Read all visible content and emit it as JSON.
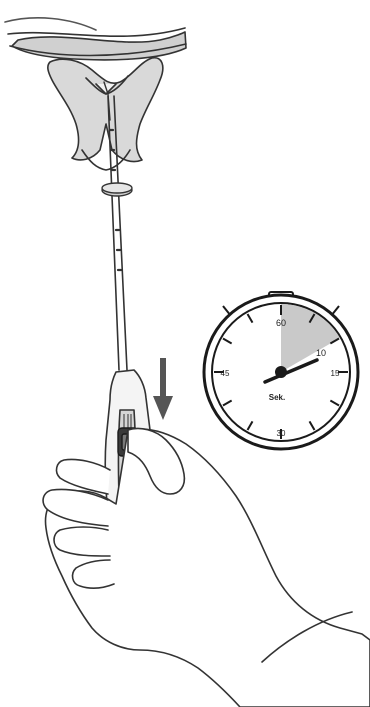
{
  "stopwatch": {
    "marks": {
      "top": "60",
      "right_upper": "10",
      "right": "15",
      "bottom": "30",
      "left": "45"
    },
    "unit_label": "Sek.",
    "highlight_seconds": 10,
    "colors": {
      "highlight": "#c9c9c9",
      "outline": "#1a1a1a",
      "face": "#ffffff"
    }
  },
  "illustration": {
    "outline_color": "#333333",
    "fill_color": "#d9d9d9",
    "arrow_color": "#555555",
    "icon_names": [
      "uterus-anatomy",
      "catheter",
      "handle",
      "gloved-hand",
      "down-arrow",
      "stopwatch"
    ]
  }
}
